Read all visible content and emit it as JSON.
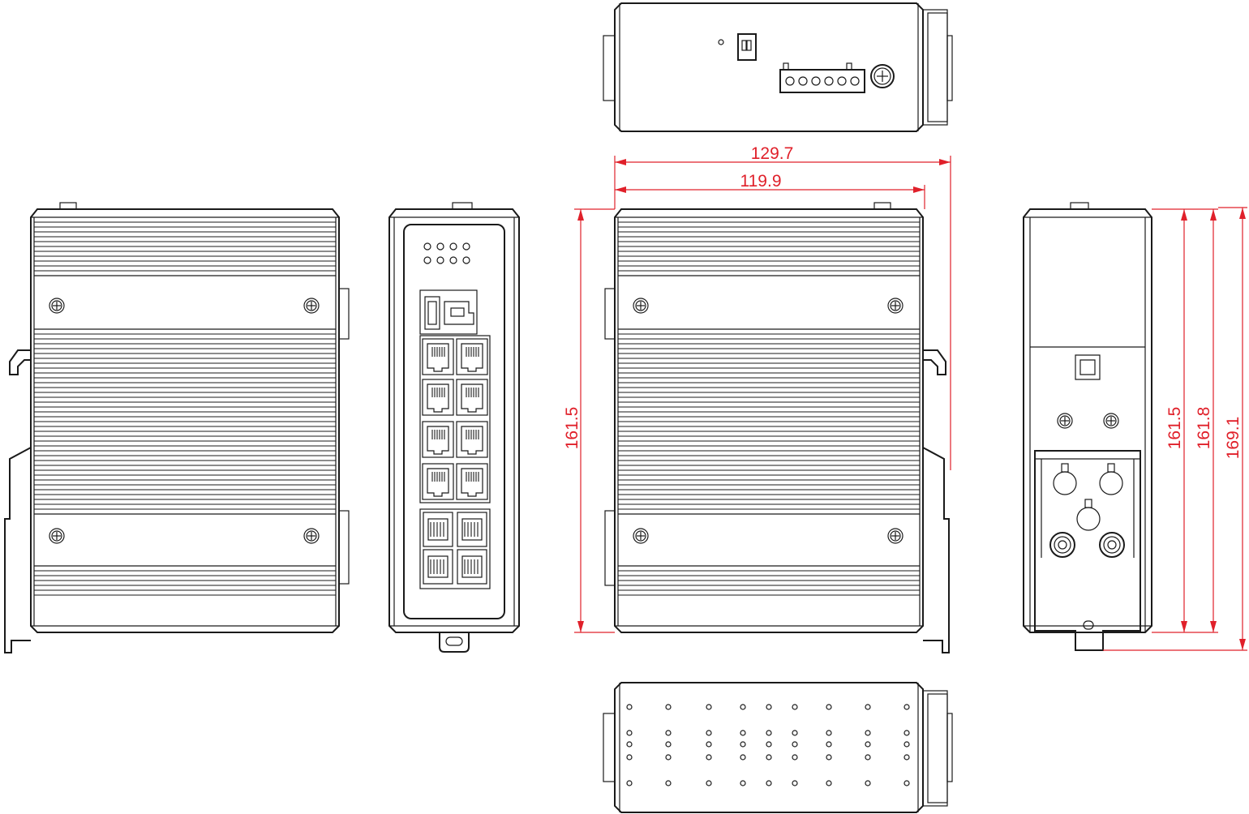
{
  "figure": {
    "views": [
      "front-panel-view",
      "left-side-view",
      "right-side-view",
      "din-rail-back-view",
      "top-view",
      "bottom-view"
    ],
    "colors": {
      "outline": "#1a1a1a",
      "dimension": "#e0202a",
      "background": "#ffffff"
    }
  },
  "dimensions": {
    "overall_width": "129.7",
    "body_width": "119.9",
    "side_height": "161.5",
    "rear_height": "161.5",
    "rear_height_with_clip": "161.8",
    "overall_height": "169.1"
  }
}
